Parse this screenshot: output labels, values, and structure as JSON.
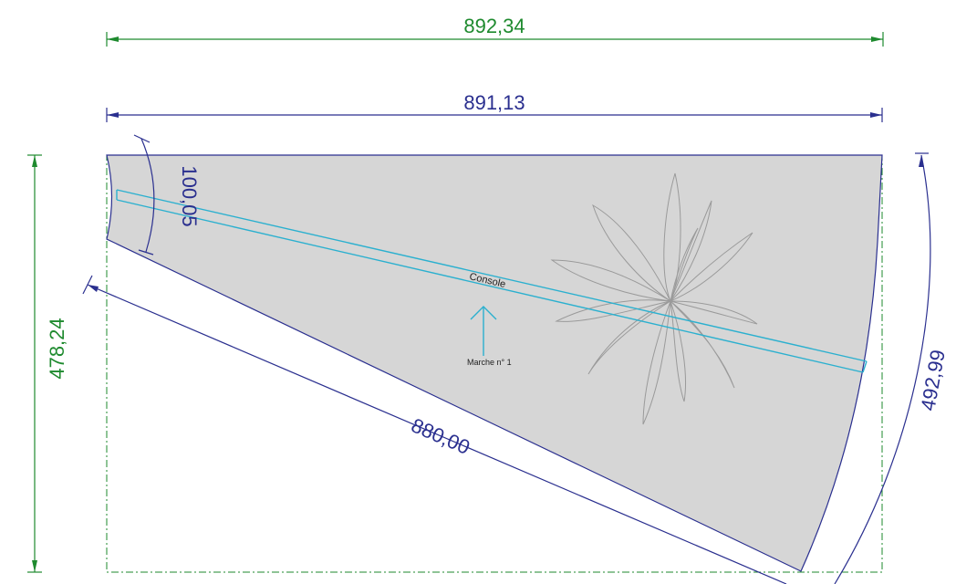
{
  "dimensions": {
    "overall_width": "892,34",
    "piece_width": "891,13",
    "inner_arc": "100,05",
    "bounding_height": "478,24",
    "front_edge": "880,00",
    "outer_arc": "492,99"
  },
  "annotations": {
    "console": "Console",
    "step": "Marche n° 1"
  },
  "colors": {
    "green_dimension": "#1e8a2e",
    "blue_dimension": "#2a2f8f",
    "console_line": "#2bb0cf",
    "piece_fill": "#d6d6d6",
    "motif": "#9a9a9a"
  }
}
